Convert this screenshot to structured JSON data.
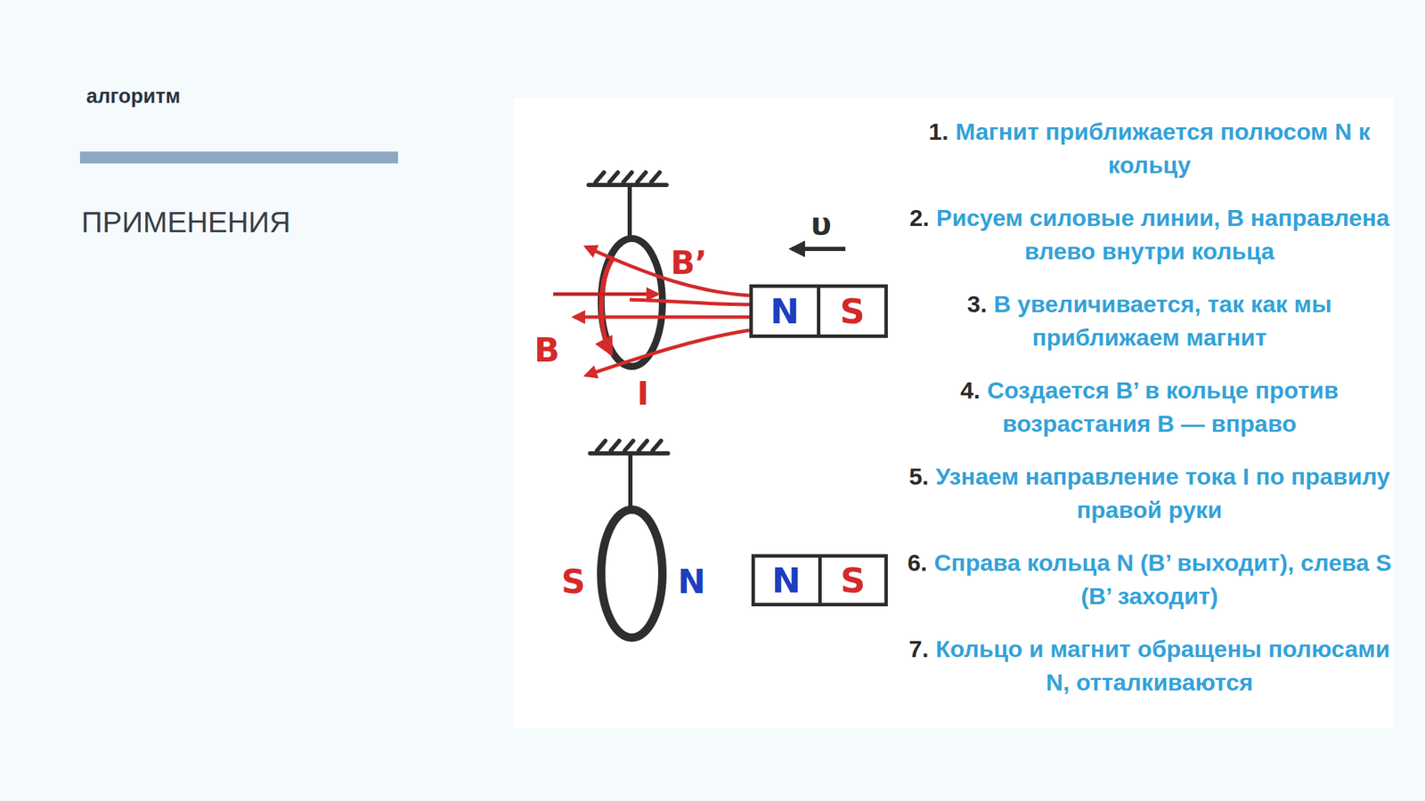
{
  "diagram": {
    "title": "ПРИМЕНЕНИЯ",
    "nodes": [
      {
        "text": [
          "N",
          "S"
        ]
      },
      {
        "text": [
          "N",
          "S"
        ]
      }
    ],
    "labels": [
      "алгоритм",
      "υ",
      "B’",
      "B",
      "I",
      "S",
      "N",
      "1.",
      "Магнит приближается полюсом N к кольцу",
      "2.",
      "Рисуем силовые линии, В направлена влево внутри кольца",
      "3.",
      "В увеличивается, так как мы приближаем магнит",
      "4.",
      "Создается В’ в кольце против возрастания В — вправо",
      "5.",
      "Узнаем направление тока I по правилу правой руки",
      "6.",
      "Справа кольца N (В’ выходит), слева S (В’ заходит)",
      "7.",
      "Кольцо и магнит обращены полюсами N, отталкиваются"
    ]
  }
}
